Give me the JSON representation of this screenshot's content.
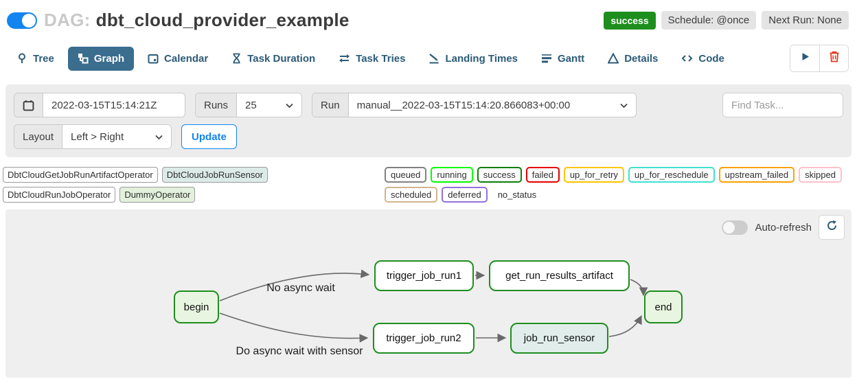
{
  "header": {
    "dag_prefix": "DAG:",
    "dag_name": "dbt_cloud_provider_example",
    "status_badge": "success",
    "schedule_badge": "Schedule: @once",
    "next_run_badge": "Next Run: None"
  },
  "tabs": [
    {
      "label": "Tree",
      "icon": "tree-icon"
    },
    {
      "label": "Graph",
      "icon": "graph-icon",
      "active": true
    },
    {
      "label": "Calendar",
      "icon": "calendar-icon"
    },
    {
      "label": "Task Duration",
      "icon": "hourglass-icon"
    },
    {
      "label": "Task Tries",
      "icon": "retry-arrows-icon"
    },
    {
      "label": "Landing Times",
      "icon": "plane-landing-icon"
    },
    {
      "label": "Gantt",
      "icon": "gantt-bars-icon"
    },
    {
      "label": "Details",
      "icon": "details-triangle-icon"
    },
    {
      "label": "Code",
      "icon": "code-brackets-icon"
    }
  ],
  "filters": {
    "date_value": "2022-03-15T15:14:21Z",
    "runs_label": "Runs",
    "runs_value": "25",
    "run_label": "Run",
    "run_value": "manual__2022-03-15T15:14:20.866083+00:00",
    "find_task_placeholder": "Find Task...",
    "layout_label": "Layout",
    "layout_value": "Left > Right",
    "update_label": "Update"
  },
  "legend": {
    "operators": [
      {
        "label": "DbtCloudGetJobRunArtifactOperator",
        "fill": "#ffffff"
      },
      {
        "label": "DbtCloudJobRunSensor",
        "fill": "#dcebe7"
      },
      {
        "label": "DbtCloudRunJobOperator",
        "fill": "#ffffff"
      },
      {
        "label": "DummyOperator",
        "fill": "#e2f0dc"
      }
    ],
    "statuses": [
      {
        "label": "queued",
        "color": "#808080"
      },
      {
        "label": "running",
        "color": "#00ff00"
      },
      {
        "label": "success",
        "color": "#0d7d0d"
      },
      {
        "label": "failed",
        "color": "#e60000"
      },
      {
        "label": "up_for_retry",
        "color": "#ffc400"
      },
      {
        "label": "up_for_reschedule",
        "color": "#40e0d0"
      },
      {
        "label": "upstream_failed",
        "color": "#ffa000"
      },
      {
        "label": "skipped",
        "color": "#ffc0cb"
      },
      {
        "label": "scheduled",
        "color": "#d2b48c"
      },
      {
        "label": "deferred",
        "color": "#9370db"
      },
      {
        "label": "no_status",
        "color": "transparent"
      }
    ]
  },
  "graph": {
    "auto_refresh_label": "Auto-refresh",
    "edge_labels": [
      {
        "text": "No async wait"
      },
      {
        "text": "Do async wait with sensor"
      }
    ],
    "nodes": [
      {
        "label": "begin",
        "fill": "#e8f6e1"
      },
      {
        "label": "trigger_job_run1",
        "fill": "#ffffff"
      },
      {
        "label": "get_run_results_artifact",
        "fill": "#ffffff"
      },
      {
        "label": "end",
        "fill": "#e8f6e1"
      },
      {
        "label": "trigger_job_run2",
        "fill": "#ffffff"
      },
      {
        "label": "job_run_sensor",
        "fill": "#e0edea"
      }
    ]
  },
  "colors": {
    "accent_blue": "#1385f0",
    "active_tab_blue": "#3a6d8e",
    "success_green": "#1e8e1e",
    "trash_red": "#e43921"
  }
}
